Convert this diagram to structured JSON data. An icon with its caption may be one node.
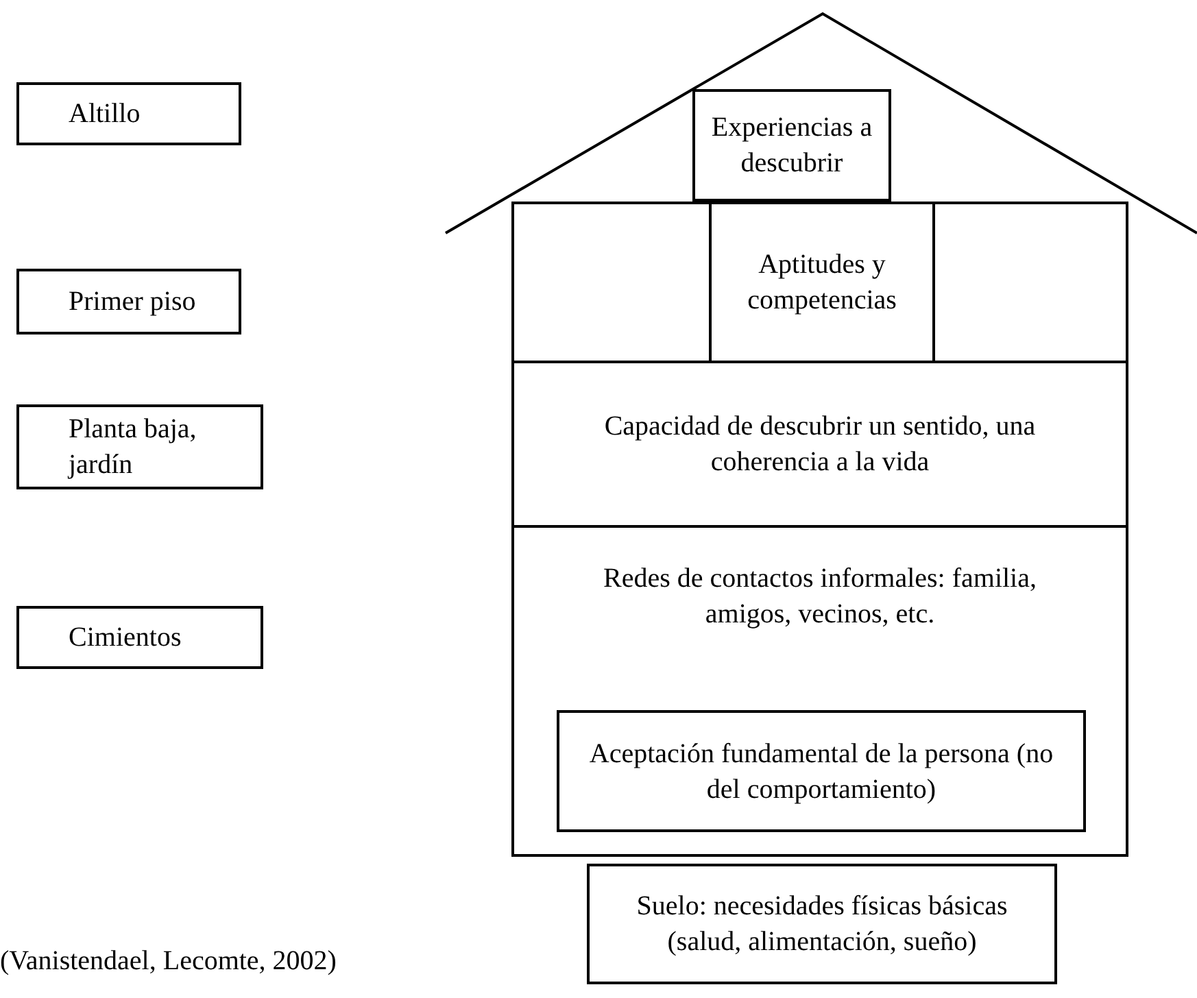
{
  "diagram": {
    "nodes": [
      {
        "text": [
          "Altillo"
        ]
      },
      {
        "text": [
          "Primer piso"
        ]
      },
      {
        "text": [
          "Planta baja, jardín"
        ]
      },
      {
        "text": [
          "Cimientos"
        ]
      },
      {
        "text": [
          "Experiencias a descubrir"
        ]
      },
      {
        "text": [],
        "shape": "box"
      },
      {
        "text": [
          "Aptitudes y competencias"
        ],
        "in": 5
      },
      {
        "text": [
          "Capacidad de descubrir un sentido, una coherencia a la vida"
        ]
      },
      {
        "text": [
          "Redes de contactos informales: familia, amigos, vecinos, etc."
        ]
      },
      {
        "text": [
          "Aceptación fundamental de la persona (no del comportamiento)"
        ],
        "in": 8
      },
      {
        "text": [
          "Suelo: necesidades físicas básicas (salud, alimentación, sueño)"
        ]
      }
    ],
    "labels": [
      "(Vanistendael, Lecomte, 2002)"
    ]
  }
}
